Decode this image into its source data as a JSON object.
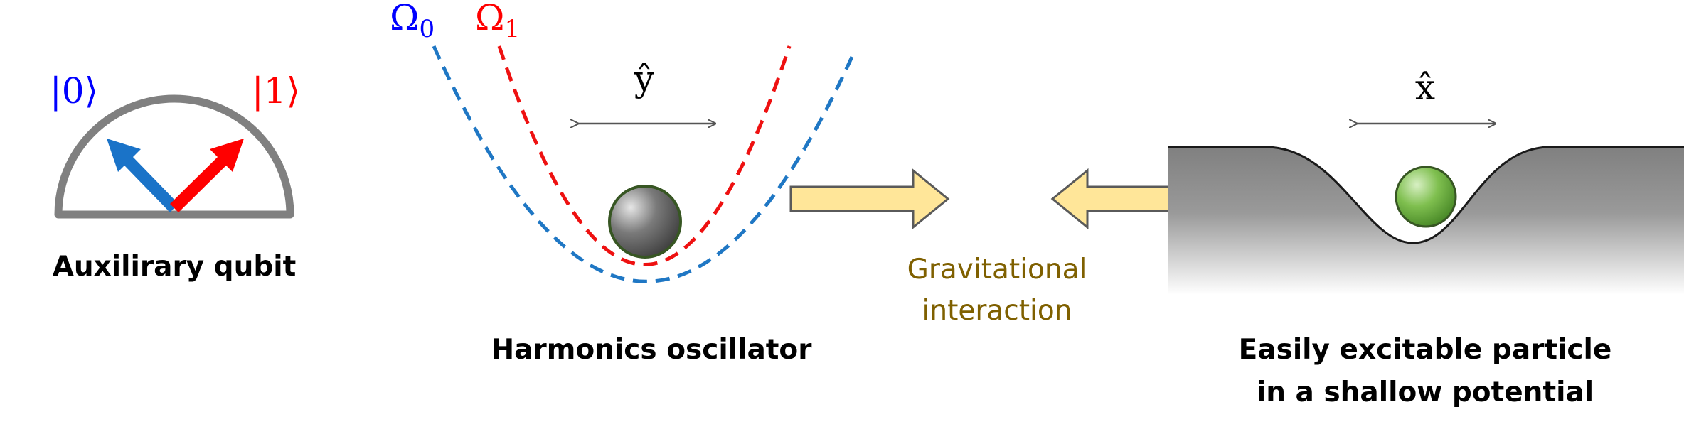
{
  "qubit": {
    "ket0": "|0⟩",
    "ket1": "|1⟩",
    "caption": "Auxilirary qubit",
    "color0": "#0000ff",
    "color1": "#ff0000",
    "arrow0_color": "#1a73c8",
    "arrow1_color": "#ff0000",
    "dome_color": "#808080"
  },
  "oscillator": {
    "omega0": "Ω",
    "omega0_sub": "0",
    "omega1": "Ω",
    "omega1_sub": "1",
    "y_hat": "ŷ",
    "caption": "Harmonics oscillator",
    "curve0_color": "#1f77c4",
    "curve1_color": "#ee1111",
    "ball_color": "#555555"
  },
  "interaction": {
    "line1": "Gravitational",
    "line2": "interaction",
    "text_color": "#7f6000",
    "arrow_fill": "#ffe699",
    "arrow_stroke": "#5a5a5a"
  },
  "particle": {
    "x_hat": "x̂",
    "caption_line1": "Easily excitable particle",
    "caption_line2": "in a shallow potential",
    "ball_color": "#70ad47",
    "potential_color": "#808080"
  }
}
